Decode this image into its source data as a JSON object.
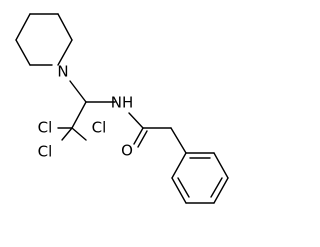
{
  "molecule": {
    "atoms": {
      "N_ring": "N",
      "NH": "NH",
      "Cl_top": "Cl",
      "Cl_right": "Cl",
      "Cl_bottom": "Cl",
      "O": "O"
    },
    "colors": {
      "bond": "#000000",
      "label": "#000000",
      "background": "#ffffff"
    }
  }
}
